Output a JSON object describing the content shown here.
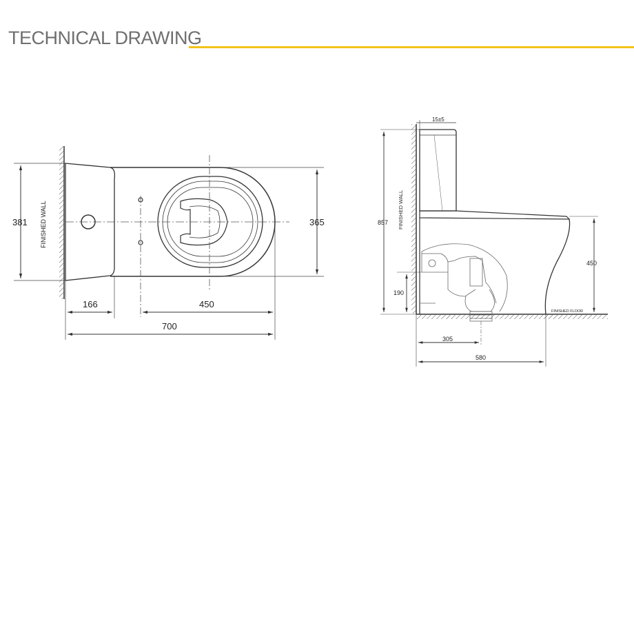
{
  "header": {
    "title": "TECHNICAL DRAWING",
    "accent_color": "#f2c218"
  },
  "plan_view": {
    "wall_label": "FINISHED WALL",
    "dims": {
      "width_total": "381",
      "width_bowl": "365",
      "depth_cistern": "166",
      "depth_bowl": "450",
      "length_total": "700"
    }
  },
  "side_view": {
    "wall_label": "FINISHED WALL",
    "floor_label": "FINISHED FLOOR",
    "dims": {
      "wall_gap": "15±5",
      "height_total": "857",
      "height_seat": "450",
      "height_outlet": "190",
      "setout": "305",
      "depth_total": "580"
    }
  }
}
